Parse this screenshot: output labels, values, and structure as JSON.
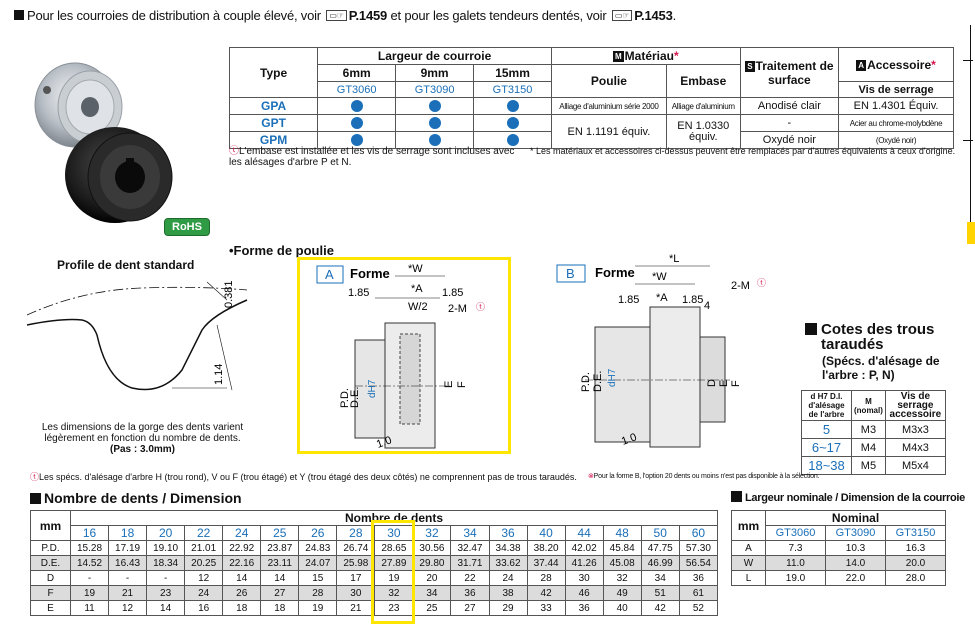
{
  "top_note": {
    "prefix": "Pour les courroies de distribution à couple élevé, voir",
    "ref1_icon": "catalog-page-icon",
    "ref1": "P.1459",
    "middle": "et pour les galets tendeurs dentés, voir",
    "ref2": "P.1453",
    "suffix": "."
  },
  "rohs": "RoHS",
  "spec_table": {
    "h_type": "Type",
    "h_largeur": "Largeur de courroie",
    "widths": [
      "6mm",
      "9mm",
      "15mm"
    ],
    "belt_codes": [
      "GT3060",
      "GT3090",
      "GT3150"
    ],
    "h_materiau_badge": "M",
    "h_materiau": "Matériau",
    "h_poulie": "Poulie",
    "h_embase": "Embase",
    "h_traitement_badge": "S",
    "h_traitement": "Traitement de surface",
    "h_accessoire_badge": "A",
    "h_accessoire": "Accessoire",
    "h_vis": "Vis de serrage",
    "star": "*",
    "rows": [
      {
        "type": "GPA",
        "poulie": "Alliage d'aluminium série 2000",
        "embase": "Alliage d'aluminium",
        "traitement": "Anodisé clair",
        "accessoire": "EN 1.4301 Équiv."
      },
      {
        "type": "GPT",
        "poulie": "EN 1.1191 équiv.",
        "embase": "EN 1.0330 équiv.",
        "traitement": "-",
        "accessoire": "Acier au chrome-molybdène"
      },
      {
        "type": "GPM",
        "traitement": "Oxydé noir",
        "accessoire": "(Oxydé noir)"
      }
    ]
  },
  "note1": "L'embase est installée et les vis de serrage sont incluses avec les alésages d'arbre P et N.",
  "note2": "* Les matériaux et accessoires ci-dessus peuvent être remplacés par d'autres équivalents à ceux d'origine.",
  "profile": {
    "title": "Profile de dent standard",
    "dim1": "0.381",
    "dim2": "1.14",
    "desc": "Les dimensions de la gorge des dents varient légèrement en fonction du nombre de dents.",
    "pitch": "(Pas : 3.0mm)"
  },
  "forme_heading": "•Forme de poulie",
  "forme_a": {
    "tag": "A",
    "label": "Forme",
    "w": "*W",
    "a": "*A",
    "w2": "W/2",
    "d185a": "1.85",
    "d185b": "1.85",
    "m": "2-M",
    "pd": "P.D.",
    "de": "D.E.",
    "d": "dH7",
    "e": "E",
    "f": "F",
    "b": "1.0"
  },
  "forme_b": {
    "tag": "B",
    "label": "Forme",
    "l": "*L",
    "w": "*W",
    "a": "*A",
    "d185a": "1.85",
    "d185b": "1.85",
    "d4": "4",
    "m": "2-M",
    "pd": "P.D.",
    "de": "D.E.",
    "d": "dH7",
    "dd": "D",
    "e": "E",
    "f": "F",
    "b": "1.0"
  },
  "cotes": {
    "title": "Cotes des trous taraudés",
    "sub": "(Spécs. d'alésage de l'arbre : P, N)",
    "h1": "d H7 D.I. d'alésage de l'arbre",
    "h2": "M (nomal)",
    "h3": "Vis de serrage accessoire",
    "rows": [
      {
        "d": "5",
        "m": "M3",
        "v": "M3x3"
      },
      {
        "d": "6~17",
        "m": "M4",
        "v": "M4x3"
      },
      {
        "d": "18~38",
        "m": "M5",
        "v": "M5x4"
      }
    ]
  },
  "note3": "Les spécs. d'alésage d'arbre H (trou rond), V ou F (trou étagé) et Y (trou étagé des deux côtés) ne comprennent pas de trous taraudés.",
  "note4": "Pour la forme B, l'option 20 dents ou moins n'est pas disponible à la sélection.",
  "dim_table": {
    "heading": "Nombre de dents / Dimension",
    "h_mm": "mm",
    "h_nb": "Nombre de dents",
    "teeth": [
      "16",
      "18",
      "20",
      "22",
      "24",
      "25",
      "26",
      "28",
      "30",
      "32",
      "34",
      "36",
      "40",
      "44",
      "48",
      "50",
      "60"
    ],
    "rows": [
      {
        "label": "P.D.",
        "values": [
          "15.28",
          "17.19",
          "19.10",
          "21.01",
          "22.92",
          "23.87",
          "24.83",
          "26.74",
          "28.65",
          "30.56",
          "32.47",
          "34.38",
          "38.20",
          "42.02",
          "45.84",
          "47.75",
          "57.30"
        ]
      },
      {
        "label": "D.E.",
        "values": [
          "14.52",
          "16.43",
          "18.34",
          "20.25",
          "22.16",
          "23.11",
          "24.07",
          "25.98",
          "27.89",
          "29.80",
          "31.71",
          "33.62",
          "37.44",
          "41.26",
          "45.08",
          "46.99",
          "56.54"
        ]
      },
      {
        "label": "D",
        "values": [
          "-",
          "-",
          "-",
          "12",
          "14",
          "14",
          "15",
          "17",
          "19",
          "20",
          "22",
          "24",
          "28",
          "30",
          "32",
          "34",
          "36"
        ]
      },
      {
        "label": "F",
        "values": [
          "19",
          "21",
          "23",
          "24",
          "26",
          "27",
          "28",
          "30",
          "32",
          "34",
          "36",
          "38",
          "42",
          "46",
          "49",
          "51",
          "61"
        ]
      },
      {
        "label": "E",
        "values": [
          "11",
          "12",
          "14",
          "16",
          "18",
          "18",
          "19",
          "21",
          "23",
          "25",
          "27",
          "29",
          "33",
          "36",
          "40",
          "42",
          "52"
        ]
      }
    ]
  },
  "nom_table": {
    "heading": "Largeur nominale / Dimension de la courroie",
    "h_mm": "mm",
    "h_nominal": "Nominal",
    "codes": [
      "GT3060",
      "GT3090",
      "GT3150"
    ],
    "rows": [
      {
        "label": "A",
        "values": [
          "7.3",
          "10.3",
          "16.3"
        ]
      },
      {
        "label": "W",
        "values": [
          "11.0",
          "14.0",
          "20.0"
        ]
      },
      {
        "label": "L",
        "values": [
          "19.0",
          "22.0",
          "28.0"
        ]
      }
    ]
  }
}
